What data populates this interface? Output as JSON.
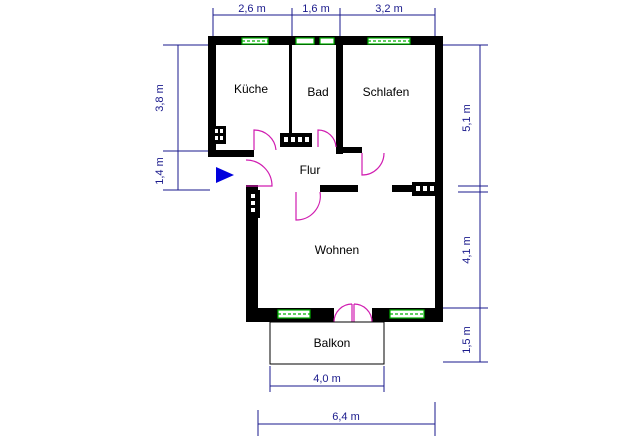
{
  "rooms": {
    "kueche": "Küche",
    "bad": "Bad",
    "schlafen": "Schlafen",
    "flur": "Flur",
    "wohnen": "Wohnen",
    "balkon": "Balkon"
  },
  "dimensions": {
    "top_kueche": "2,6 m",
    "top_bad": "1,6 m",
    "top_schlafen": "3,2 m",
    "left_upper": "3,8 m",
    "left_lower": "1,4 m",
    "right_upper": "5,1 m",
    "right_lower": "4,1 m",
    "right_balkon": "1,5 m",
    "bottom_balkon": "4,0 m",
    "bottom_total": "6,4 m"
  },
  "colors": {
    "dimension": "#1a1a8c",
    "door": "#d01cb0",
    "window": "#00b400",
    "entrance_marker": "#0000dd"
  }
}
